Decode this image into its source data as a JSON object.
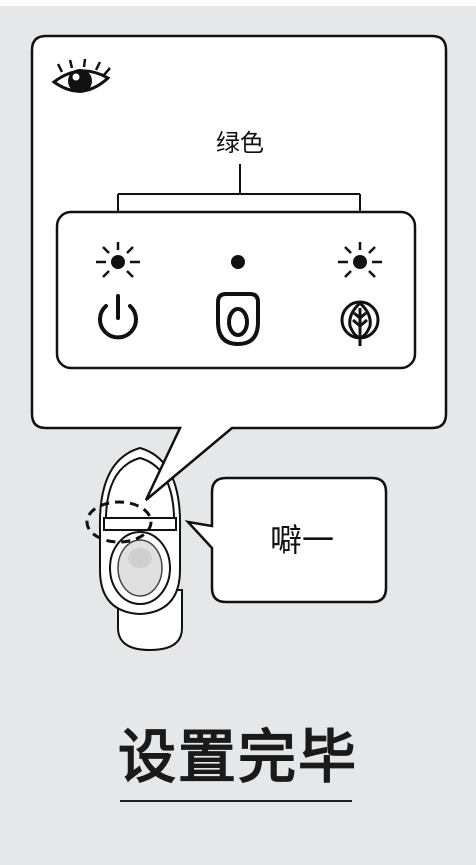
{
  "panel": {
    "color_label": "绿色",
    "sound_text": "噼一",
    "title": "设置完毕"
  },
  "indicators": [
    {
      "name": "power",
      "state": "blinking",
      "icon": "power-icon"
    },
    {
      "name": "seat",
      "state": "off",
      "icon": "seat-icon"
    },
    {
      "name": "eco",
      "state": "blinking",
      "icon": "leaf-icon"
    }
  ],
  "colors": {
    "background": "#e6e7e9",
    "stroke": "#111111"
  }
}
